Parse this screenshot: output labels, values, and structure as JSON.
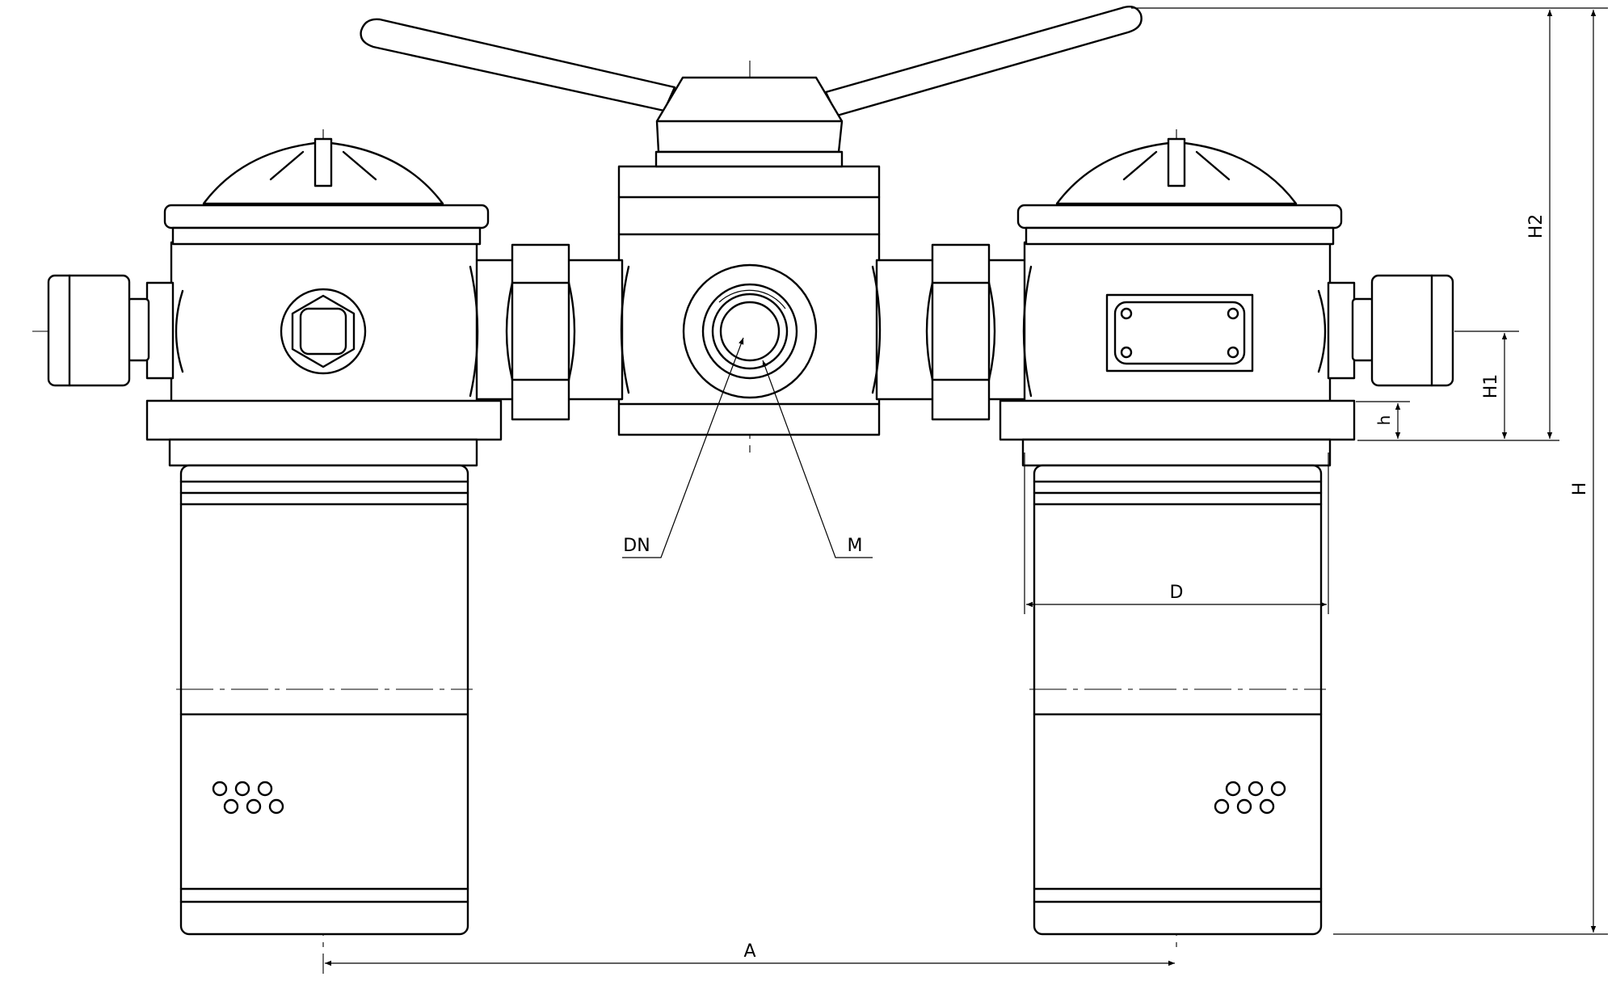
{
  "drawing": {
    "labels": {
      "A": "A",
      "D": "D",
      "DN": "DN",
      "M": "M",
      "H": "H",
      "H1": "H1",
      "H2": "H2",
      "h": "h"
    }
  }
}
